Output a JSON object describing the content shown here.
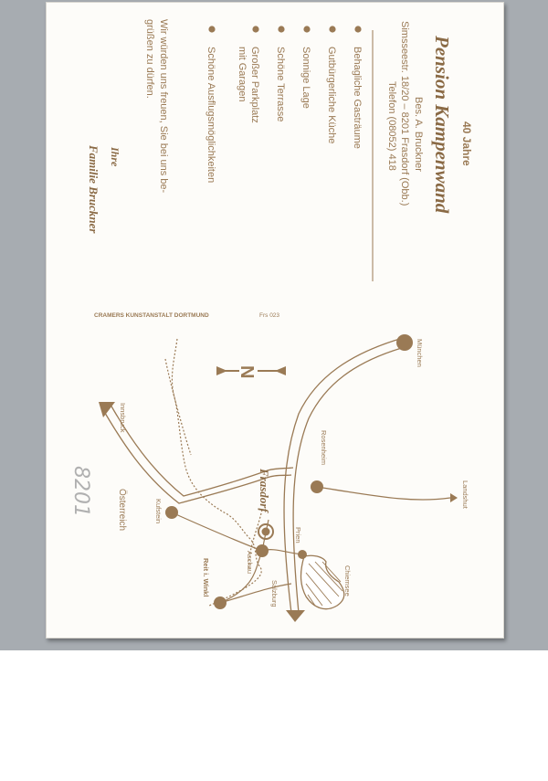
{
  "header": {
    "anniversary": "40 Jahre",
    "name": "Pension Kampenwand",
    "owner": "Bes. A. Bruckner",
    "address": "Simsseestr. 18/20 – 8201 Frasdorf (Obb.)",
    "phone": "Telefon (08052) 418"
  },
  "features": [
    "Behagliche Gasträume",
    "Gutbürgerliche Küche",
    "Sonnige Lage",
    "Schöne Terrasse",
    "Großer Parkplatz",
    "mit Garagen",
    "Schöne Ausflugsmöglichkeiten"
  ],
  "closing": {
    "line1": "Wir würden uns freuen, Sie bei uns be-",
    "line2": "grüßen zu dürfen.",
    "ihre": "Ihre",
    "family": "Familie Bruckner"
  },
  "publisher": {
    "name": "CRAMERS KUNSTANSTALT DORTMUND",
    "code": "Frs 023"
  },
  "map": {
    "north": "N",
    "places": {
      "muenchen": "München",
      "rosenheim": "Rosenheim",
      "landshut": "Landshut",
      "frasdorf": "Frasdorf",
      "innsbruck": "Innsbruck",
      "kufstein": "Kufstein",
      "oesterreich": "Österreich",
      "prien": "Prien",
      "aschau": "Aschau",
      "chiemsee": "Chiemsee",
      "salzburg": "Salzburg",
      "reit": "Reit i. Winkl"
    }
  },
  "pencil_note": "8201",
  "colors": {
    "ink": "#9a7a55",
    "card": "#fdfcf9",
    "scan_background": "#a7acb1"
  }
}
